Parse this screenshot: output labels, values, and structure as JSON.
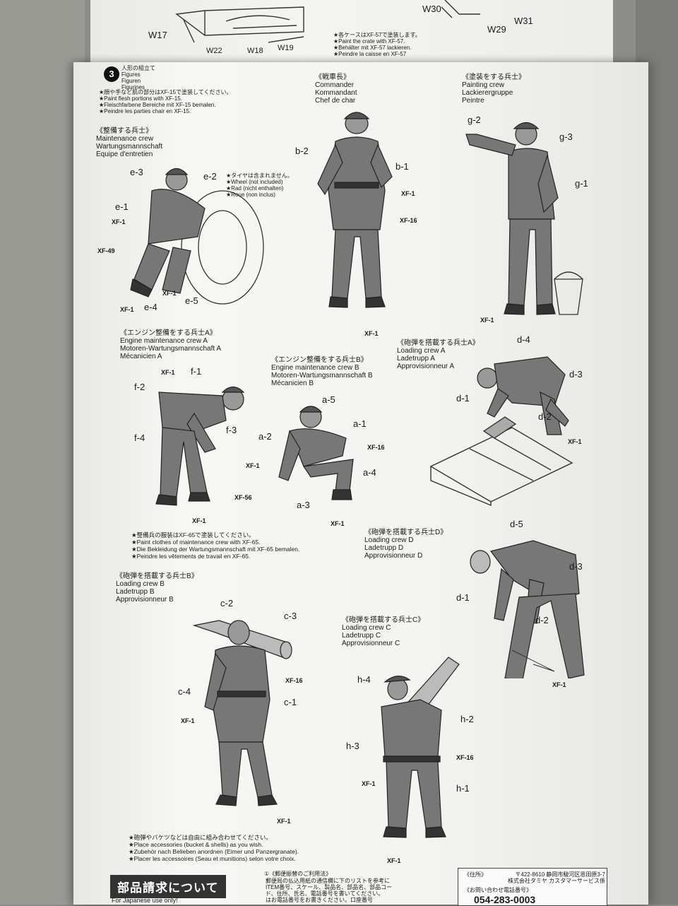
{
  "top_part_labels": [
    "W17",
    "W22",
    "W18",
    "W19",
    "W30",
    "W29",
    "W31"
  ],
  "crate_note": "★各ケースはXF-57で塗装します。\n★Paint the crate with XF-57.\n★Behälter mit XF-57 lackieren.\n★Peindre la caisse en XF-57",
  "step": {
    "number": "3",
    "title": "人形の組立て\nFigures\nFiguren\nFigurines",
    "flesh_note": "★顔や手など肌の部分はXF-15で塗装してください。\n★Paint flesh portions with XF-15.\n★Fleischfarbene Bereiche mit XF-15 bemalen.\n★Peindre les parties chair en XF-15."
  },
  "commander": {
    "title": "《戦車長》\nCommander\nKommandant\nChef de char",
    "labels": {
      "b2": "b-2",
      "b1": "b-1"
    },
    "paints": {
      "p1": "XF-1",
      "p2": "XF-16",
      "p3": "XF-1"
    }
  },
  "painter": {
    "title": "《塗装をする兵士》\nPainting crew\nLackierergruppe\nPeintre",
    "labels": {
      "g2": "g-2",
      "g3": "g-3",
      "g1": "g-1"
    },
    "paints": {
      "p1": "XF-1"
    }
  },
  "maintenance": {
    "title": "《整備する兵士》\nMaintenance crew\nWartungsmannschaft\nEquipe d'entretien",
    "wheel_note": "★タイヤは含まれません。\n★Wheel (not included)\n★Rad (nicht enthalten)\n★Roue (non inclus)",
    "labels": {
      "e3": "e-3",
      "e2": "e-2",
      "e1": "e-1",
      "e4": "e-4",
      "e5": "e-5"
    },
    "paints": {
      "p1": "XF-1",
      "p2": "XF-49",
      "p3": "XF-1",
      "p4": "XF-1"
    }
  },
  "engine_a": {
    "title": "《エンジン整備をする兵士A》\nEngine maintenance crew A\nMotoren-Wartungsmannschaft A\nMécanicien A",
    "labels": {
      "f1": "f-1",
      "f2": "f-2",
      "f3": "f-3",
      "f4": "f-4"
    },
    "paints": {
      "p1": "XF-1",
      "p2": "XF-1"
    }
  },
  "engine_b": {
    "title": "《エンジン整備をする兵士B》\nEngine maintenance crew B\nMotoren-Wartungsmannschaft B\nMécanicien B",
    "labels": {
      "a5": "a-5",
      "a1": "a-1",
      "a2": "a-2",
      "a4": "a-4",
      "a3": "a-3"
    },
    "paints": {
      "p1": "XF-16",
      "p2": "XF-1",
      "p3": "XF-56",
      "p4": "XF-1"
    }
  },
  "loading_a": {
    "title": "《砲弾を搭載する兵士A》\nLoading crew A\nLadetrupp A\nApprovisionneur A",
    "labels": {
      "d4": "d-4",
      "d3": "d-3",
      "d1": "d-1",
      "d2": "d-2"
    },
    "paints": {
      "p1": "XF-1"
    }
  },
  "clothes_note": "★整備兵の服装はXF-65で塗装してください。\n★Paint clothes of maintenance crew with XF-65.\n★Die Bekleidung der Wartungsmannschaft mit XF-65 bemalen.\n★Peindre les vêtements de travail en XF-65.",
  "loading_d": {
    "title": "《砲弾を搭載する兵士D》\nLoading crew D\nLadetrupp D\nApprovisionneur D",
    "labels": {
      "d5": "d-5",
      "d3": "d-3",
      "d1": "d-1",
      "d2": "d-2"
    },
    "paints": {
      "p1": "XF-1"
    }
  },
  "loading_b": {
    "title": "《砲弾を搭載する兵士B》\nLoading crew B\nLadetrupp B\nApprovisionneur B",
    "labels": {
      "c2": "c-2",
      "c3": "c-3",
      "c4": "c-4",
      "c1": "c-1"
    },
    "paints": {
      "p1": "XF-16",
      "p2": "XF-1",
      "p3": "XF-1"
    }
  },
  "loading_c": {
    "title": "《砲弾を搭載する兵士C》\nLoading crew C\nLadetrupp C\nApprovisionneur C",
    "labels": {
      "h4": "h-4",
      "h2": "h-2",
      "h3": "h-3",
      "h1": "h-1"
    },
    "paints": {
      "p1": "XF-16",
      "p2": "XF-1",
      "p3": "XF-1"
    }
  },
  "accessories_note": "★砲弾やバケツなどは自由に組み合わせてください。\n★Place accessories (bucket & shells) as you wish.\n★Zubehör nach Belieben anordnen (Eimer und Panzergranate).\n★Placer les accessoires (Seau et munitions) selon votre choix.",
  "parts_request": {
    "heading": "部品請求について",
    "subtitle": "For Japanese use only!",
    "postal_title": "①《郵便振替のご利用法》",
    "postal_text": "郵便局の払込用紙の通信欄に下のリストを参考に\nITEM番号、スケール、製品名、部品名、部品コー\nド、住所、氏名、電話番号を書いてください。\nはお電話番号をお書きください。口座番号",
    "address_title": "《住所》",
    "address": "〒422-8610 静岡市駿河区恩田原3-7\n株式会社タミヤ カスタマーサービス係",
    "contact_title": "《お問い合わせ電話番号》",
    "phone": "054-283-0003"
  }
}
